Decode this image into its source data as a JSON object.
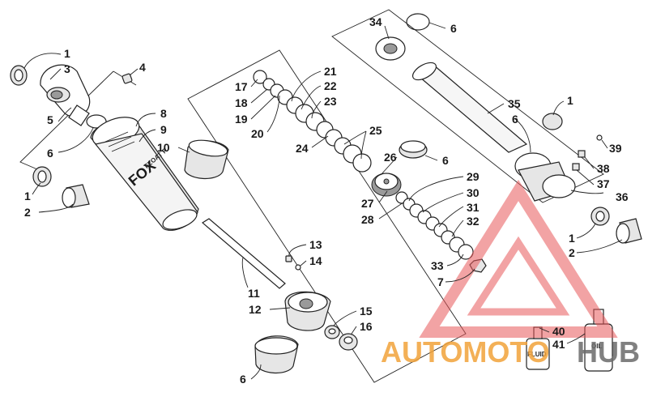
{
  "diagram": {
    "callouts": [
      {
        "id": "c1a",
        "text": "1"
      },
      {
        "id": "c3",
        "text": "3"
      },
      {
        "id": "c4",
        "text": "4"
      },
      {
        "id": "c5",
        "text": "5"
      },
      {
        "id": "c6a",
        "text": "6"
      },
      {
        "id": "c1b",
        "text": "1"
      },
      {
        "id": "c2a",
        "text": "2"
      },
      {
        "id": "c8",
        "text": "8"
      },
      {
        "id": "c9",
        "text": "9"
      },
      {
        "id": "c10",
        "text": "10"
      },
      {
        "id": "c17",
        "text": "17"
      },
      {
        "id": "c18",
        "text": "18"
      },
      {
        "id": "c19",
        "text": "19"
      },
      {
        "id": "c20",
        "text": "20"
      },
      {
        "id": "c21",
        "text": "21"
      },
      {
        "id": "c22",
        "text": "22"
      },
      {
        "id": "c23",
        "text": "23"
      },
      {
        "id": "c24",
        "text": "24"
      },
      {
        "id": "c25",
        "text": "25"
      },
      {
        "id": "c26",
        "text": "26"
      },
      {
        "id": "c6b",
        "text": "6"
      },
      {
        "id": "c27",
        "text": "27"
      },
      {
        "id": "c28",
        "text": "28"
      },
      {
        "id": "c29",
        "text": "29"
      },
      {
        "id": "c30",
        "text": "30"
      },
      {
        "id": "c31",
        "text": "31"
      },
      {
        "id": "c32",
        "text": "32"
      },
      {
        "id": "c33",
        "text": "33"
      },
      {
        "id": "c7",
        "text": "7"
      },
      {
        "id": "c34",
        "text": "34"
      },
      {
        "id": "c6c",
        "text": "6"
      },
      {
        "id": "c35",
        "text": "35"
      },
      {
        "id": "c1c",
        "text": "1"
      },
      {
        "id": "c6d",
        "text": "6"
      },
      {
        "id": "c39",
        "text": "39"
      },
      {
        "id": "c38",
        "text": "38"
      },
      {
        "id": "c37",
        "text": "37"
      },
      {
        "id": "c36",
        "text": "36"
      },
      {
        "id": "c1d",
        "text": "1"
      },
      {
        "id": "c2b",
        "text": "2"
      },
      {
        "id": "c13",
        "text": "13"
      },
      {
        "id": "c14",
        "text": "14"
      },
      {
        "id": "c11",
        "text": "11"
      },
      {
        "id": "c12",
        "text": "12"
      },
      {
        "id": "c15",
        "text": "15"
      },
      {
        "id": "c16",
        "text": "16"
      },
      {
        "id": "c6e",
        "text": "6"
      },
      {
        "id": "c40",
        "text": "40"
      },
      {
        "id": "c41",
        "text": "41"
      }
    ],
    "body_text": {
      "brand": "FOX",
      "sleeve": "FLOAT R"
    },
    "bottle_labels": {
      "fluid": "FLUID",
      "oil": "OIL"
    }
  },
  "watermark": {
    "part1": "AUTOMOTO",
    "part2": "HUB",
    "color_primary": "#f2a33a",
    "color_secondary": "#6b6b6b",
    "color_triangle": "#e8585a"
  }
}
